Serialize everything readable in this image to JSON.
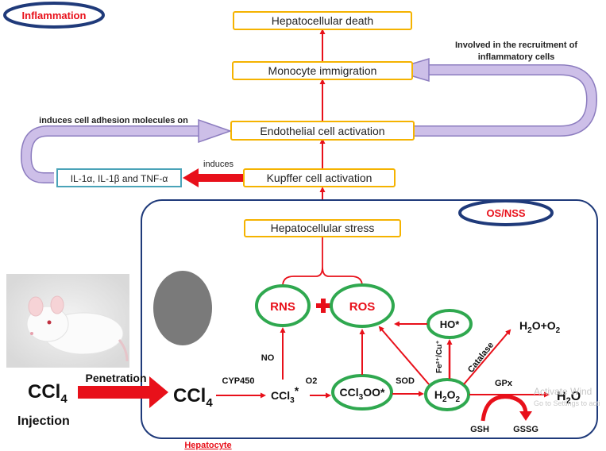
{
  "labels": {
    "inflammation": "Inflammation",
    "os_nss": "OS/NSS",
    "hepatocyte": "Hepatocyte",
    "activate_windows": "Activate Wind",
    "activate_windows_sub": "Go to Settings to acti"
  },
  "boxes": {
    "hepatocellular_death": "Hepatocellular death",
    "monocyte_immigration": "Monocyte immigration",
    "endothelial_activation": "Endothelial cell activation",
    "kupffer_activation": "Kupffer cell activation",
    "hepatocellular_stress": "Hepatocellular stress",
    "cytokines": "IL-1α, IL-1β and TNF-α"
  },
  "annotations": {
    "recruitment_line1": "Involved in the recruitment of",
    "recruitment_line2": "inflammatory cells",
    "adhesion": "induces cell adhesion molecules on",
    "induces": "induces",
    "penetration": "Penetration",
    "injection": "Injection",
    "cyp450": "CYP450",
    "o2": "O2",
    "sod": "SOD",
    "no": "NO",
    "catalase": "Catalase",
    "gpx": "GPx",
    "gsh": "GSH",
    "gssg": "GSSG",
    "metal_ions": "Fe²⁺/Cu⁺"
  },
  "species": {
    "ccl4_base": "CCl",
    "ccl4_sub": "4",
    "ccl3_base": "CCl",
    "ccl3_sub": "3",
    "ccl3_suffix": "*",
    "ccl3oo_base": "CCl",
    "ccl3oo_sub": "3",
    "ccl3oo_suffix": "OO*",
    "h2o2_h": "H",
    "h2o2_sub1": "2",
    "h2o2_o": "O",
    "h2o2_sub2": "2",
    "h2o_h": "H",
    "h2o_sub": "2",
    "h2o_o": "O",
    "h2o_o2_a": "H",
    "h2o_o2_sub1": "2",
    "h2o_o2_b": "O+O",
    "h2o_o2_sub2": "2",
    "rns": "RNS",
    "ros": "ROS",
    "ho": "HO*"
  },
  "colors": {
    "red": "#e8101a",
    "green": "#2fa84f",
    "orange_border": "#f5b300",
    "navy": "#1f3a7a",
    "lavender": "#cdbfe8",
    "lavender_stroke": "#8c7cbf",
    "teal": "#4aa3b8",
    "gray_disc": "#7a7a7a"
  }
}
